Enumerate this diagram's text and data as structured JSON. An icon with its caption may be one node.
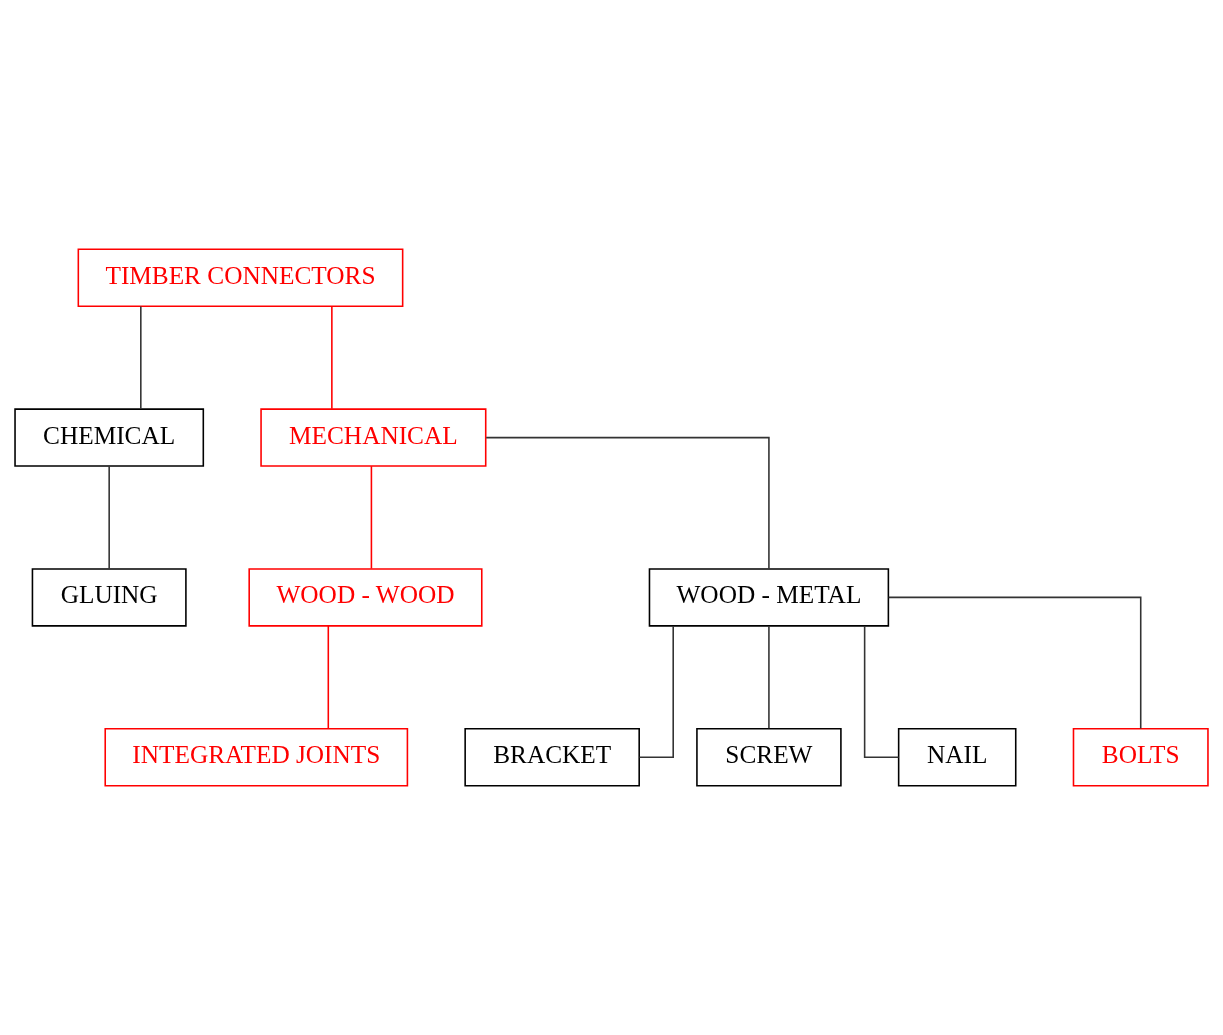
{
  "diagram": {
    "nodes": [
      {
        "text": [
          "TIMBER CONNECTORS"
        ]
      },
      {
        "text": [
          "CHEMICAL"
        ]
      },
      {
        "text": [
          "MECHANICAL"
        ]
      },
      {
        "text": [
          "GLUING"
        ]
      },
      {
        "text": [
          "WOOD - WOOD"
        ]
      },
      {
        "text": [
          "WOOD - METAL"
        ]
      },
      {
        "text": [
          "INTEGRATED JOINTS"
        ]
      },
      {
        "text": [
          "BRACKET"
        ]
      },
      {
        "text": [
          "SCREW"
        ]
      },
      {
        "text": [
          "NAIL"
        ]
      },
      {
        "text": [
          "BOLTS"
        ]
      }
    ],
    "edges": [
      {
        "from": 0,
        "to": 1,
        "arrow": "none"
      },
      {
        "from": 0,
        "to": 2,
        "arrow": "none",
        "color": "#ff0000"
      },
      {
        "from": 1,
        "to": 3,
        "arrow": "none"
      },
      {
        "from": 2,
        "to": 4,
        "arrow": "none",
        "color": "#ff0000"
      },
      {
        "from": 2,
        "to": 5,
        "arrow": "none"
      },
      {
        "from": 4,
        "to": 6,
        "arrow": "none",
        "color": "#ff0000"
      },
      {
        "from": 5,
        "to": 7,
        "arrow": "none"
      },
      {
        "from": 5,
        "to": 8,
        "arrow": "none"
      },
      {
        "from": 5,
        "to": 9,
        "arrow": "none"
      },
      {
        "from": 5,
        "to": 10,
        "arrow": "none"
      }
    ]
  }
}
